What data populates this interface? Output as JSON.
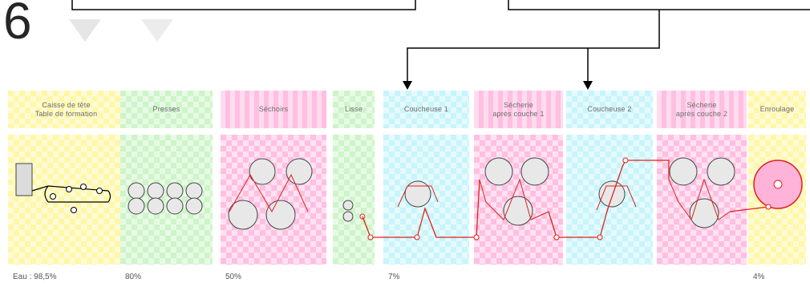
{
  "step_number": "6",
  "sections": [
    {
      "key": "caisse",
      "title": "Caisse de tête\nTable de formation",
      "color": "yellow",
      "pct": "Eau : 98,5%"
    },
    {
      "key": "presses",
      "title": "Presses",
      "color": "green",
      "pct": "80%"
    },
    {
      "key": "sechoirs",
      "title": "Séchoirs",
      "color": "pink",
      "pct": "50%"
    },
    {
      "key": "lisse",
      "title": "Lisse",
      "color": "green",
      "pct": ""
    },
    {
      "key": "coucheuse1",
      "title": "Coucheuse 1",
      "color": "cyan",
      "pct": "7%"
    },
    {
      "key": "secherie1",
      "title": "Sécherie\naprès couche 1",
      "color": "pink",
      "pct": ""
    },
    {
      "key": "coucheuse2",
      "title": "Coucheuse 2",
      "color": "cyan",
      "pct": ""
    },
    {
      "key": "secherie2",
      "title": "Sécherie\naprès couche 2",
      "color": "pink",
      "pct": ""
    },
    {
      "key": "enroulage",
      "title": "Enroulage",
      "color": "yellow",
      "pct": "4%"
    }
  ],
  "colors": {
    "yellow": "#fff7a6",
    "green": "#cdf5c8",
    "pink": "#ffbfe1",
    "cyan": "#c7f5fb",
    "paper_line": "#e0201b",
    "roller_fill": "#e8e8e8",
    "roller_stroke": "#444444",
    "connector": "#000000"
  }
}
